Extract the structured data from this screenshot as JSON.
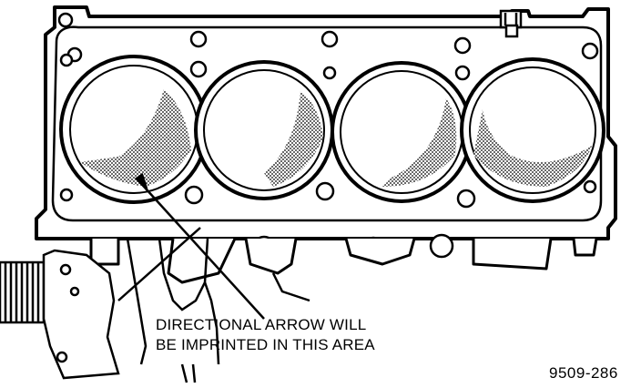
{
  "callout": {
    "line1": "DIRECTIONAL ARROW WILL",
    "line2": "BE IMPRINTED IN THIS AREA"
  },
  "figure_id": "9509-286"
}
